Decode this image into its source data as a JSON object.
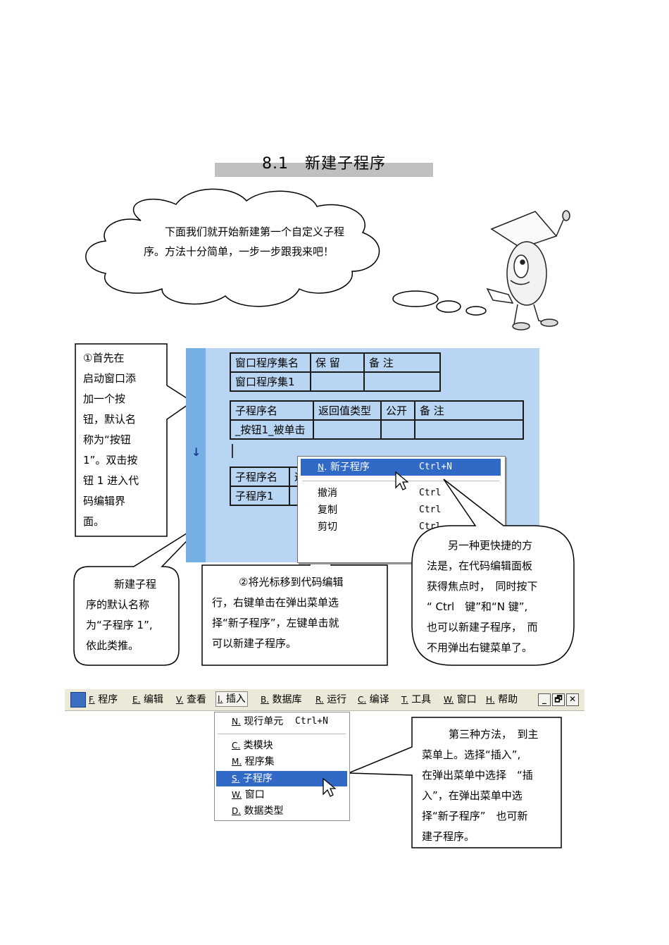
{
  "heading": "8.1　新建子程序",
  "intro_bubble": "　　下面我们就开始新建第一个自定义子程序。方法十分简单，一步一步跟我来吧！",
  "note1": [
    "①首先在",
    "启动窗口添",
    "加一个按",
    "钮，默认名",
    "称为“按钮",
    "1”。双击按",
    "钮 1 进入代",
    "码编辑界",
    "面。"
  ],
  "note_default_name": [
    "新建子程",
    "序的默认名称",
    "为“子程序 1”,",
    "依此类推。"
  ],
  "note2": [
    "②将光标移到代码编辑",
    "行，右键单击在弹出菜单选",
    "择“新子程序”，左键单击就",
    "可以新建子程序。"
  ],
  "note_shortcut": [
    "另一种更快捷的方",
    "法是，在代码编辑面板",
    "获得焦点时，　同时按下",
    "“ Ctrl　键”和“N 键”,",
    "也可以新建子程序，　而",
    "不用弹出右键菜单了。"
  ],
  "note3": [
    "第三种方法，　到主",
    "菜单上。选择“插入”,",
    "在弹出菜单中选择　“插",
    "入”，在弹出菜单中选",
    "择“新子程序”　也可新",
    "建子程序。"
  ],
  "code_editor": {
    "assembly_table": {
      "headers": [
        "窗口程序集名",
        "保 留",
        "备 注"
      ],
      "row": [
        "窗口程序集1",
        "",
        ""
      ]
    },
    "sub_table_1": {
      "headers": [
        "子程序名",
        "返回值类型",
        "公开",
        "备 注"
      ],
      "row": [
        "_按钮1_被单击",
        "",
        "",
        ""
      ]
    },
    "sub_table_2": {
      "headers": [
        "子程序名",
        "返"
      ],
      "row": [
        "子程序1",
        ""
      ]
    },
    "gutter_arrow": "↓"
  },
  "context_menu": [
    {
      "key": "N",
      "label": "新子程序",
      "shortcut": "Ctrl+N",
      "selected": true
    },
    {
      "key": "",
      "label": "撤消",
      "shortcut": "Ctrl",
      "selected": false
    },
    {
      "key": "",
      "label": "复制",
      "shortcut": "Ctrl",
      "selected": false
    },
    {
      "key": "",
      "label": "剪切",
      "shortcut": "Ctrl",
      "selected": false
    }
  ],
  "menubar": {
    "items": [
      {
        "key": "F.",
        "label": "程序"
      },
      {
        "key": "E.",
        "label": "编辑"
      },
      {
        "key": "V.",
        "label": "查看"
      },
      {
        "key": "I.",
        "label": "插入",
        "active": true
      },
      {
        "key": "B.",
        "label": "数据库"
      },
      {
        "key": "R.",
        "label": "运行"
      },
      {
        "key": "C.",
        "label": "编译"
      },
      {
        "key": "T.",
        "label": "工具"
      },
      {
        "key": "W.",
        "label": "窗口"
      },
      {
        "key": "H.",
        "label": "帮助"
      }
    ],
    "window_buttons": [
      "_",
      "🗗",
      "✕"
    ]
  },
  "insert_menu": [
    {
      "key": "N.",
      "label": "现行单元",
      "shortcut": "Ctrl+N"
    },
    {
      "key": "C.",
      "label": "类模块"
    },
    {
      "key": "M.",
      "label": "程序集"
    },
    {
      "key": "S.",
      "label": "子程序",
      "selected": true
    },
    {
      "key": "W.",
      "label": "窗口"
    },
    {
      "key": "D.",
      "label": "数据类型"
    }
  ],
  "colors": {
    "highlight": "#3169c6",
    "code_bg": "#b8d6f3",
    "gutter": "#76aee6",
    "heading_bar": "#c0c0c0"
  }
}
